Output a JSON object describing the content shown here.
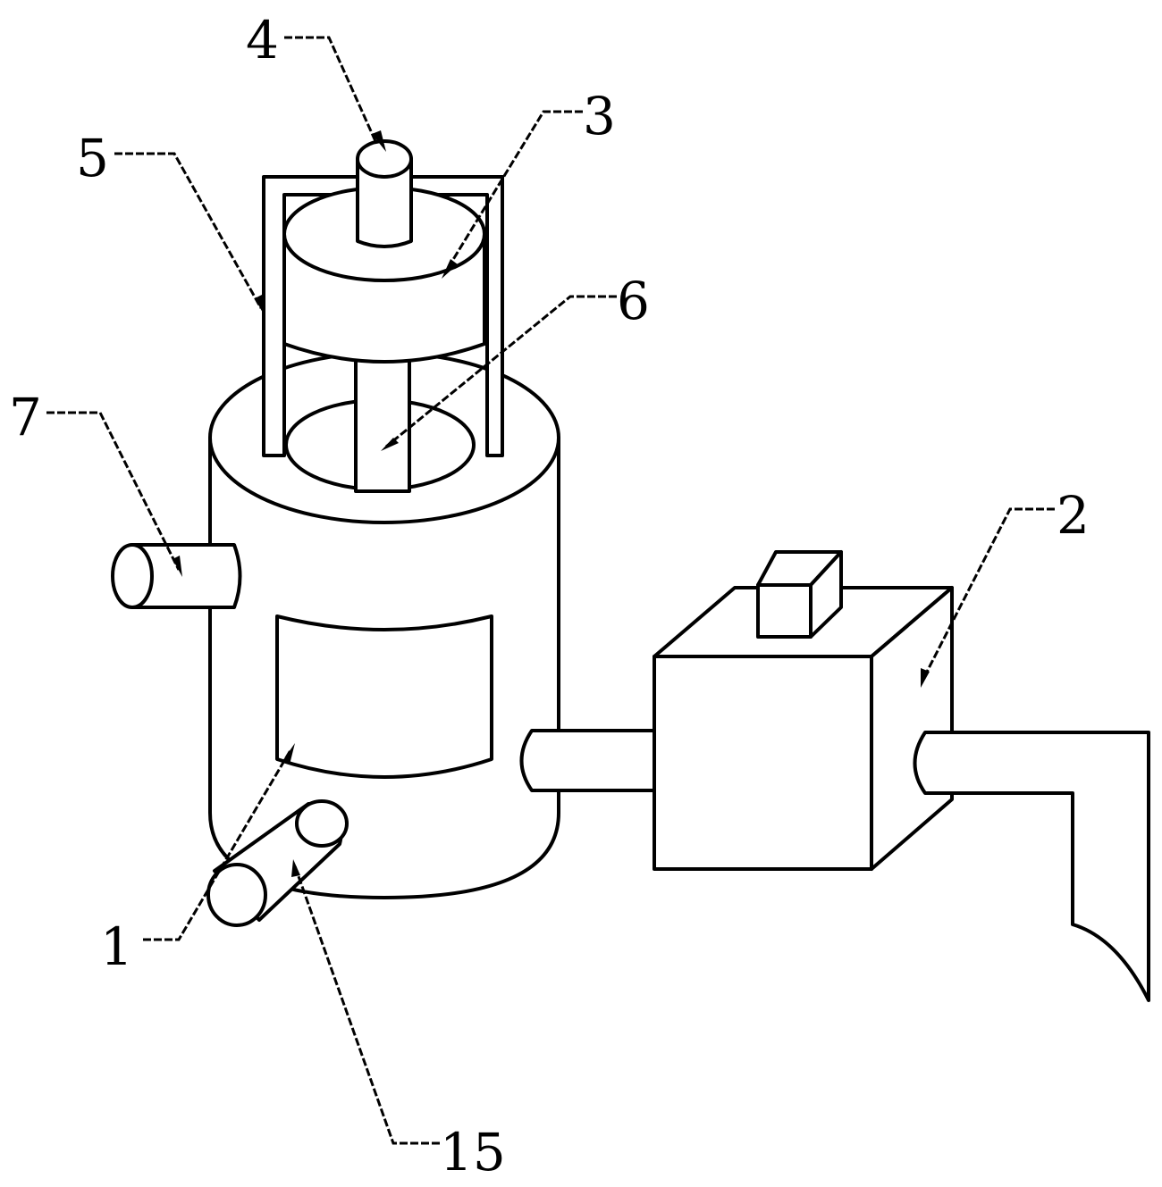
{
  "labels": {
    "l1": "1",
    "l2": "2",
    "l3": "3",
    "l4": "4",
    "l5": "5",
    "l6": "6",
    "l7": "7",
    "l15": "15"
  }
}
